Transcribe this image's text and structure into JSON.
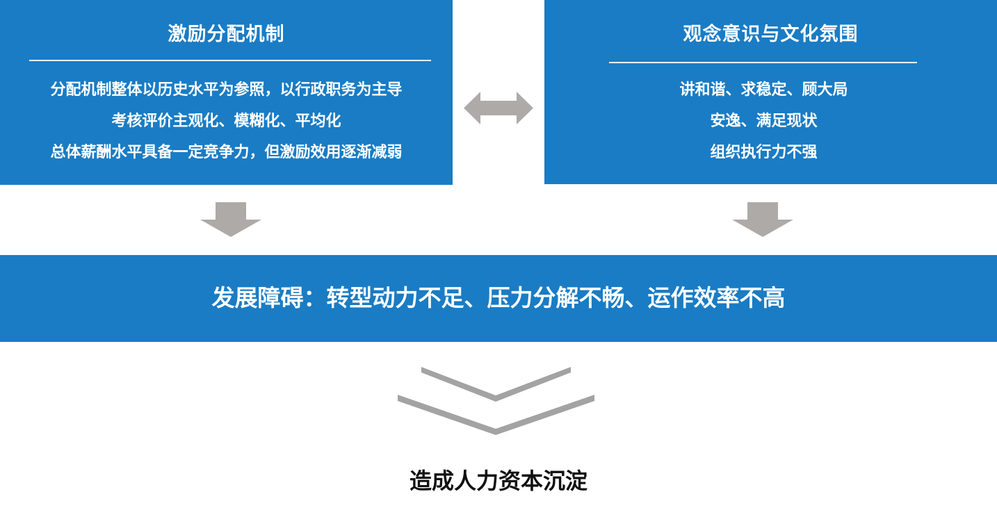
{
  "left_panel": {
    "title": "激励分配机制",
    "lines": [
      "分配机制整体以历史水平为参照，以行政职务为主导",
      "考核评价主观化、模糊化、平均化",
      "总体薪酬水平具备一定竞争力，但激励效用逐渐减弱"
    ]
  },
  "right_panel": {
    "title": "观念意识与文化氛围",
    "lines": [
      "讲和谐、求稳定、顾大局",
      "安逸、满足现状",
      "组织执行力不强"
    ]
  },
  "obstacle": {
    "text": "发展障碍：转型动力不足、压力分解不畅、运作效率不高"
  },
  "result": {
    "text": "造成人力资本沉淀"
  },
  "colors": {
    "panel_blue": "#1a7cc4",
    "arrow_gray": "#aeaaa8",
    "chevron_gray": "#a3a3a3"
  },
  "icons": {
    "between_panels": "double-headed-arrow-icon",
    "below_panels": "down-arrow-icon",
    "below_band": "double-chevron-down-icon"
  }
}
